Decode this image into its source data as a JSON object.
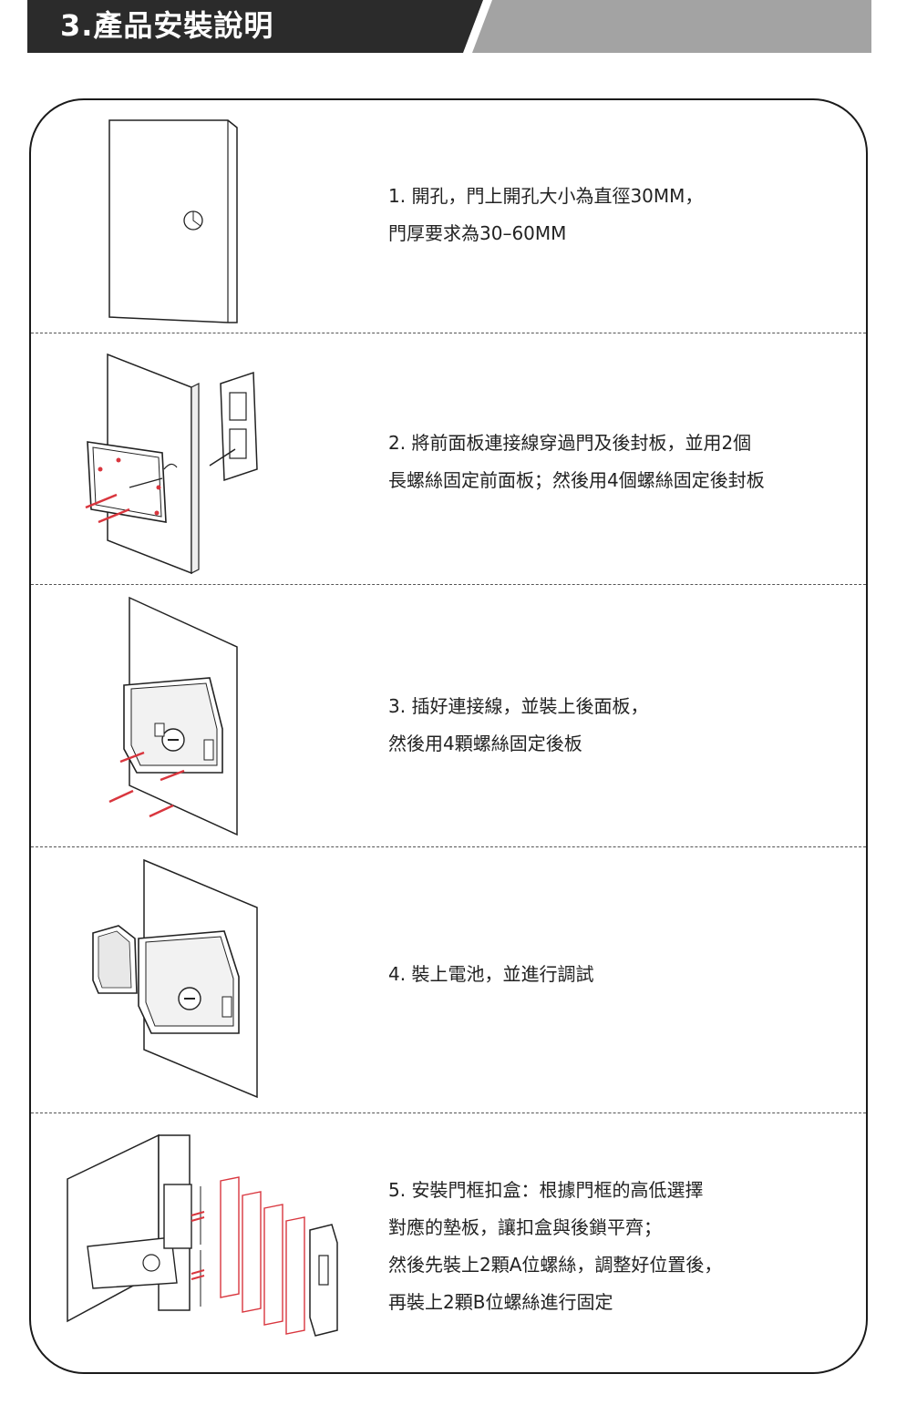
{
  "header": {
    "title": "3.產品安裝說明",
    "colors": {
      "dark": "#2b2b2b",
      "light": "#a3a3a3"
    }
  },
  "accent_color": "#d9363e",
  "steps": [
    {
      "number": 1,
      "lines": [
        "1. 開孔，門上開孔大小為直徑30MM，",
        "門厚要求為30–60MM"
      ],
      "illustration": "door-with-hole"
    },
    {
      "number": 2,
      "lines": [
        "2. 將前面板連接線穿過門及後封板，並用2個",
        "長螺絲固定前面板；然後用4個螺絲固定後封板"
      ],
      "illustration": "front-panel-mounting"
    },
    {
      "number": 3,
      "lines": [
        "3. 插好連接線，並裝上後面板，",
        "然後用4顆螺絲固定後板"
      ],
      "illustration": "rear-panel-mounting"
    },
    {
      "number": 4,
      "lines": [
        "4. 裝上電池，並進行調試"
      ],
      "illustration": "battery-install"
    },
    {
      "number": 5,
      "lines": [
        "5. 安裝門框扣盒：根據門框的高低選擇",
        "對應的墊板，讓扣盒與後鎖平齊；",
        "然後先裝上2顆A位螺絲，調整好位置後，",
        "再裝上2顆B位螺絲進行固定"
      ],
      "illustration": "strike-box-shims"
    }
  ]
}
